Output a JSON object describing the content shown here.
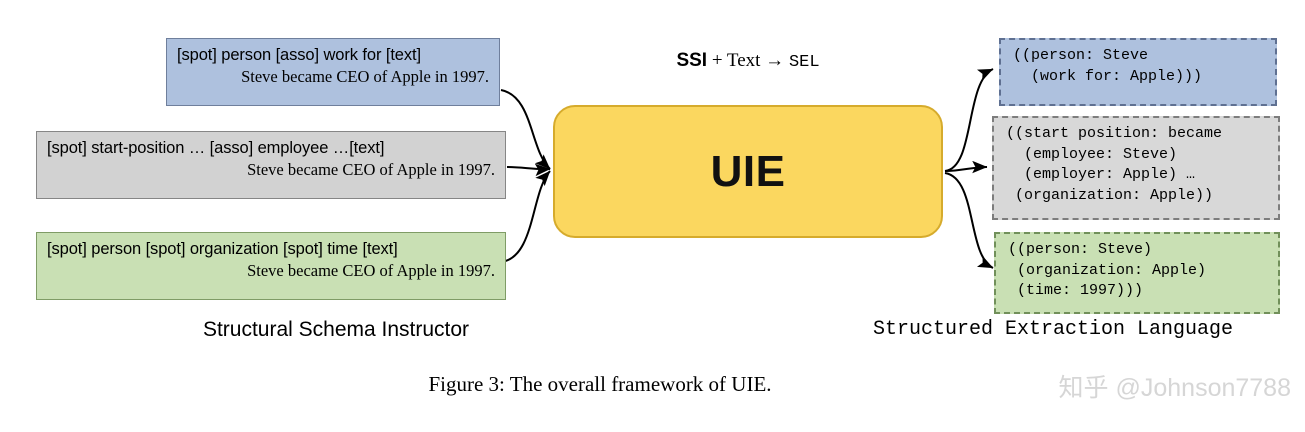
{
  "figure": {
    "caption": "Figure 3: The overall framework of UIE.",
    "watermark": "知乎 @Johnson7788"
  },
  "headline": {
    "ssi": "SSI",
    "middle": " + Text → ",
    "sel": "SEL"
  },
  "model": {
    "label": "UIE",
    "fill_color": "#fbd75f",
    "border_color": "#d6ab2c"
  },
  "ssi": {
    "caption": "Structural Schema Instructor",
    "boxes": [
      {
        "id": "blue",
        "schema": "[spot] person [asso] work for [text]",
        "sentence": "Steve became CEO of Apple in 1997.",
        "fill_color": "#aec1de"
      },
      {
        "id": "gray",
        "schema": "[spot] start-position … [asso] employee …[text]",
        "sentence": "Steve became CEO of Apple in 1997.",
        "fill_color": "#d2d2d2"
      },
      {
        "id": "green",
        "schema": "[spot] person [spot] organization [spot] time [text]",
        "sentence": "Steve became CEO of Apple in 1997.",
        "fill_color": "#c9e0b4"
      }
    ]
  },
  "sel": {
    "caption": "Structured Extraction Language",
    "boxes": [
      {
        "id": "blue",
        "text": "((person: Steve\n  (work for: Apple)))",
        "fill_color": "#aec1de"
      },
      {
        "id": "gray",
        "text": "((start position: became\n  (employee: Steve)\n  (employer: Apple) …\n (organization: Apple))",
        "fill_color": "#d8d8d8"
      },
      {
        "id": "green",
        "text": "((person: Steve)\n (organization: Apple)\n (time: 1997)))",
        "fill_color": "#c9e0b4"
      }
    ]
  }
}
